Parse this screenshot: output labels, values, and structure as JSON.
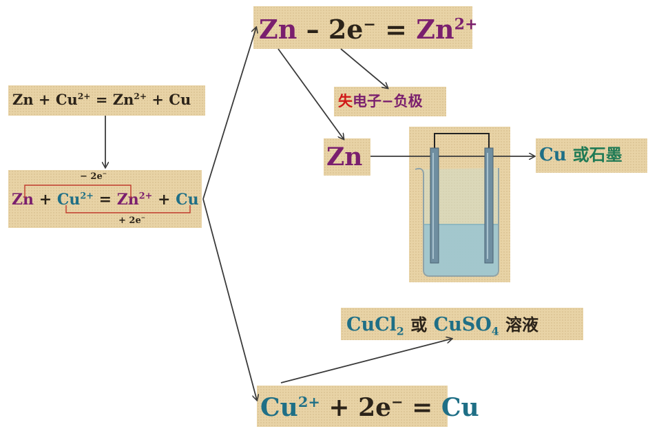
{
  "equations": {
    "overall": {
      "zn": "Zn",
      "plus1": "+",
      "cu": "Cu",
      "cu_charge": "2+",
      "eq": "=",
      "zn2": "Zn",
      "zn2_charge": "2+",
      "plus2": "+",
      "cu2": "Cu"
    },
    "transfer": {
      "zn": "Zn",
      "plus1": "+",
      "cu": "Cu",
      "cu_charge": "2+",
      "eq": "=",
      "zn2": "Zn",
      "zn2_charge": "2+",
      "plus2": "+",
      "cu2": "Cu",
      "lose_label": "− 2e",
      "lose_sup": "−",
      "gain_label": "+ 2e",
      "gain_sup": "−"
    },
    "oxidation": {
      "zn": "Zn",
      "minus": "– 2e",
      "e_charge": "−",
      "eq": "=",
      "zn2": "Zn",
      "zn2_charge": "2+"
    },
    "reduction": {
      "cu": "Cu",
      "cu_charge": "2+",
      "plus": "+ 2e",
      "e_charge": "−",
      "eq": "=",
      "cu2": "Cu"
    }
  },
  "labels": {
    "lose_electrons_red": "失",
    "lose_electrons_rest": "电子−负极",
    "anode": "Zn",
    "cathode_cu": "Cu",
    "cathode_rest": "或石墨",
    "solution_cucl": "CuCl",
    "solution_cucl_sub": "2",
    "solution_or": "或",
    "solution_cuso": "CuSO",
    "solution_cuso_sub": "4",
    "solution_rest": "溶液"
  },
  "colors": {
    "box_bg": "#e8d3a6",
    "purple": "#7a1f6e",
    "teal": "#1f6f86",
    "red": "#d01818",
    "green": "#1f7a55",
    "arrow": "#3a3a3a"
  }
}
